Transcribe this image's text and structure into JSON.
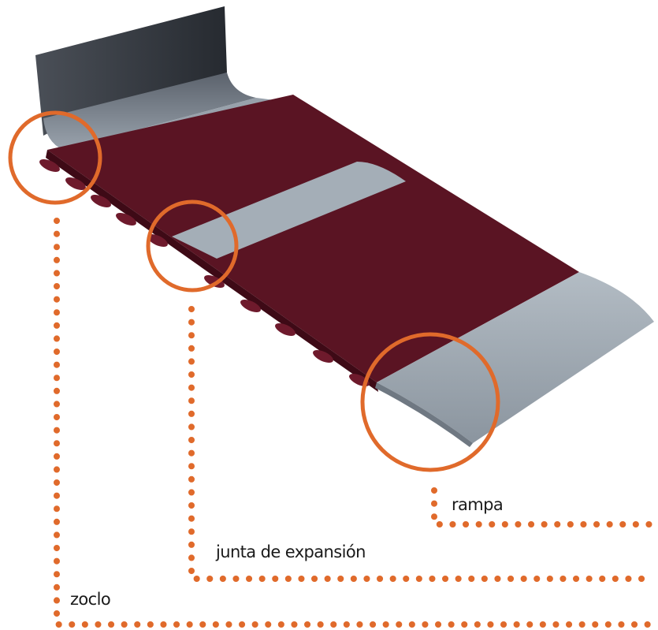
{
  "callouts": {
    "rampa": "rampa",
    "junta": "junta de expansión",
    "zoclo": "zoclo"
  },
  "colors": {
    "floor": "#5a1423",
    "floor_edge": "#3e0a16",
    "ramp": "#a4aeb7",
    "ramp_edge": "#6f7882",
    "baseboard": "#30343b",
    "callout": "#e06a2b"
  }
}
